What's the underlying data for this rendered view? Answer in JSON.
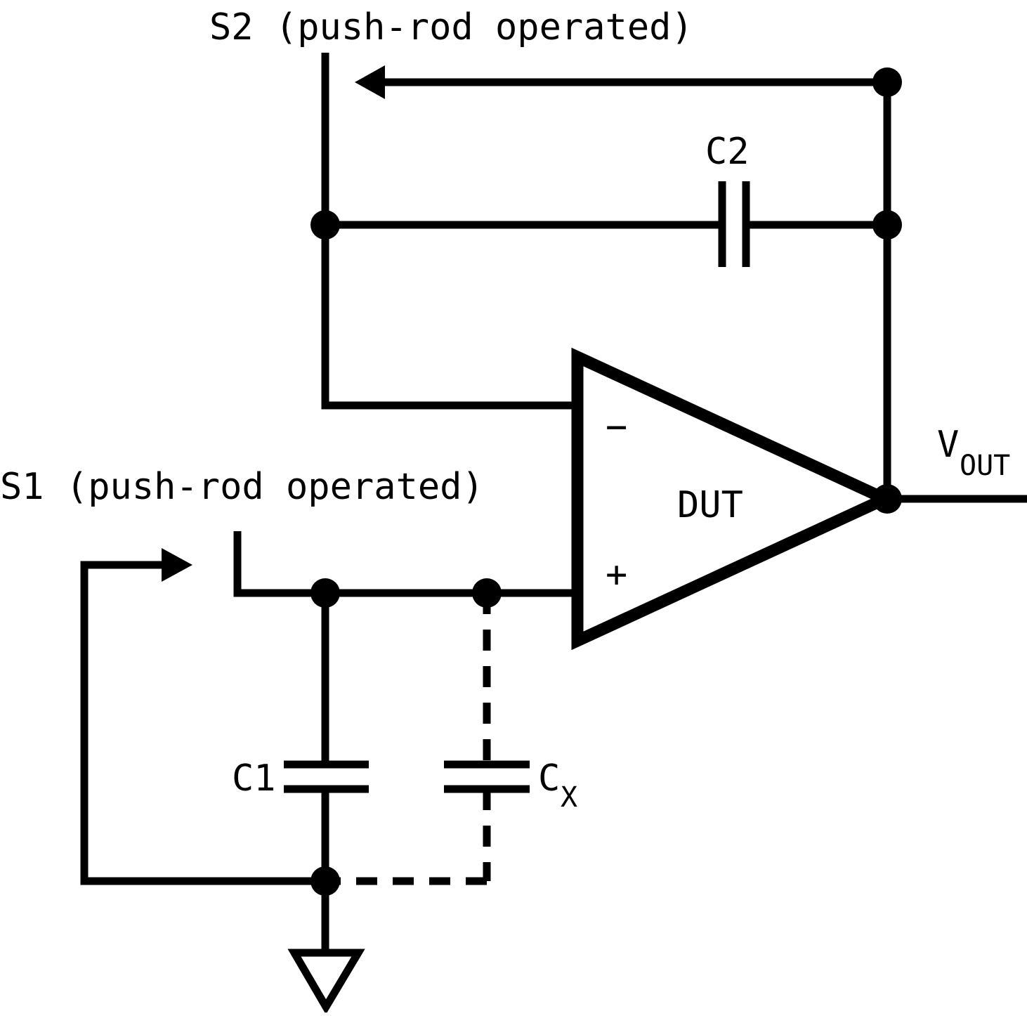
{
  "labels": {
    "s2": "S2 (push-rod operated)",
    "s1": "S1 (push-rod operated)",
    "c2": "C2",
    "c1": "C1",
    "cx_main": "C",
    "cx_sub": "X",
    "dut": "DUT",
    "minus": "−",
    "plus": "+",
    "vout_main": "V",
    "vout_sub": "OUT"
  },
  "colors": {
    "ink": "#000000",
    "background": "#ffffff"
  }
}
